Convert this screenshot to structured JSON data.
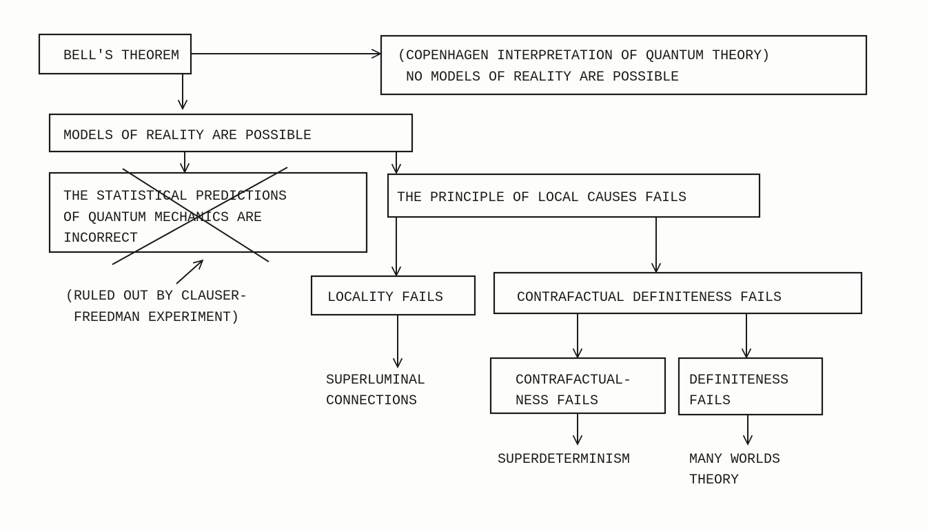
{
  "nodes": {
    "bells_theorem": [
      "BELL'S THEOREM"
    ],
    "copenhagen": [
      "(COPENHAGEN INTERPRETATION OF QUANTUM THEORY)",
      " NO MODELS OF REALITY ARE POSSIBLE"
    ],
    "models_possible": [
      "MODELS OF REALITY ARE POSSIBLE"
    ],
    "statistical": [
      "THE STATISTICAL PREDICTIONS",
      "OF QUANTUM MECHANICS ARE",
      "INCORRECT"
    ],
    "ruled_out": [
      "(RULED OUT BY CLAUSER-",
      " FREEDMAN EXPERIMENT)"
    ],
    "local_causes": [
      "THE PRINCIPLE OF LOCAL CAUSES FAILS"
    ],
    "locality": [
      "LOCALITY FAILS"
    ],
    "contrafactual_definiteness": [
      "CONTRAFACTUAL DEFINITENESS FAILS"
    ],
    "superluminal": [
      "SUPERLUMINAL",
      "CONNECTIONS"
    ],
    "contrafactualness": [
      "CONTRAFACTUAL-",
      "NESS FAILS"
    ],
    "definiteness": [
      "DEFINITENESS",
      "FAILS"
    ],
    "superdeterminism": [
      "SUPERDETERMINISM"
    ],
    "many_worlds": [
      "MANY WORLDS",
      "THEORY"
    ]
  }
}
